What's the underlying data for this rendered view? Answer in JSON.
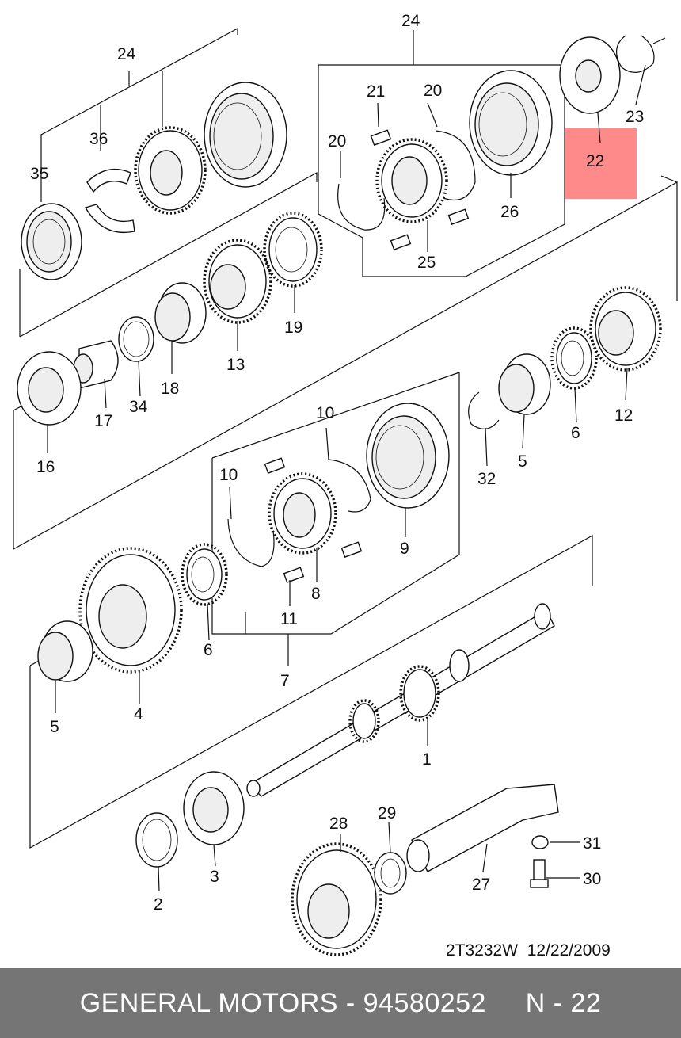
{
  "highlight": {
    "label": "22",
    "color": "#ff8a8a"
  },
  "callouts": {
    "c24a": "24",
    "c24b": "24",
    "c36": "36",
    "c35": "35",
    "c21": "21",
    "c20a": "20",
    "c20b": "20",
    "c23": "23",
    "c26": "26",
    "c25": "25",
    "c19": "19",
    "c13": "13",
    "c18": "18",
    "c34": "34",
    "c17": "17",
    "c16": "16",
    "c12": "12",
    "c6a": "6",
    "c5a": "5",
    "c32": "32",
    "c10a": "10",
    "c10b": "10",
    "c9": "9",
    "c8": "8",
    "c11": "11",
    "c6b": "6",
    "c7": "7",
    "c4": "4",
    "c5b": "5",
    "c1": "1",
    "c28": "28",
    "c29": "29",
    "c31": "31",
    "c30": "30",
    "c27": "27",
    "c3": "3",
    "c2": "2"
  },
  "drawing_id": "2T3232W  12/22/2009",
  "footer": {
    "brand": "GENERAL MOTORS - 94580252",
    "page": "N - 22",
    "background": "#757575"
  }
}
